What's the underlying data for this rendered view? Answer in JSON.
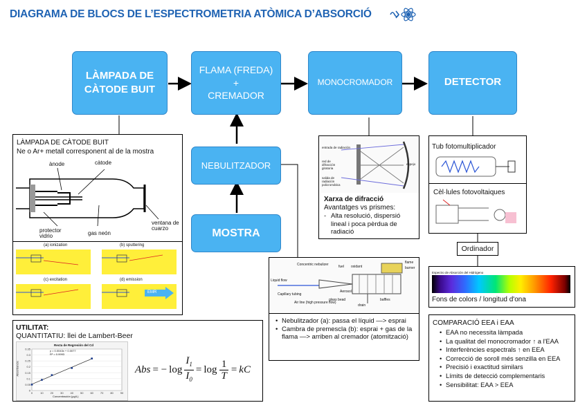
{
  "title": "DIAGRAMA DE BLOCS DE L’ESPECTROMETRIA ATÒMICA D’ABSORCIÓ",
  "blocks": {
    "lampada": "LÀMPADA DE CÀTODE BUIT",
    "flama_line1": "FLAMA (FREDA)",
    "flama_line2": "+",
    "flama_line3": "CREMADOR",
    "monocromador": "MONOCROMADOR",
    "detector": "DETECTOR",
    "nebulitzador": "NEBULITZADOR",
    "mostra": "MOSTRA"
  },
  "lampada_panel": {
    "heading": "LÀMPADA DE CÀTODE BUIT",
    "subheading": "Ne o Ar+ metall corresponent al de la mostra",
    "labels": {
      "anode": "ànode",
      "catode": "càtode",
      "protector": "protector vidrio",
      "gas": "gas neón",
      "ventana": "ventana de cuarzo"
    },
    "process_labels": [
      "(a) ionization",
      "(b) sputtering",
      "(c) excitation",
      "(d) emission"
    ],
    "emission_tag": "EMR"
  },
  "monocromador_panel": {
    "heading": "Xarxa de difracció",
    "line1": "Avantatges vs prismes:",
    "bullet": "Alta resolució, dispersió lineal i poca pèrdua de radiació",
    "diagram_labels": [
      "entrada de radiación",
      "red de difracción giratoria",
      "salida de radiación policromática",
      "espejo"
    ]
  },
  "detector_panel": {
    "tub": "Tub fotomultiplicador",
    "celules": "Cèl·lules fotovoltaiques"
  },
  "ordinador": "Ordinador",
  "spectrum": {
    "title": "Espectro de Absorción del Hidrógeno",
    "caption": "Fons de colors / longitud d'ona"
  },
  "nebulizer_panel": {
    "labels": {
      "nebulizer": "Concentric nebulizer",
      "fuel": "fuel",
      "oxidant": "oxidant",
      "flame": "flame",
      "burner": "burner",
      "liquid": "Liquid flow",
      "capillary": "Capillary tubing",
      "airline": "Air line (high pressure flow)",
      "aerosol": "Aerosol",
      "glass": "glass bead",
      "drain": "drain",
      "baffles": "baffles"
    },
    "bullets": [
      "Nebulitzador (a): passa el líquid —> esprai",
      "Cambra de premescla (b): esprai + gas de la flama —> arriben al cremador (atomització)"
    ]
  },
  "utilitat": {
    "heading": "UTILITAT:",
    "subheading": "QUANTITATIU: llei de Lambert-Beer",
    "chart_title": "Recta de Regresión del Cd",
    "equation_in_chart": "y = 0.0043x + 0.0077",
    "r2": "R² = 0.9993",
    "xaxis": "Concentración (µg/L)",
    "yaxis": "Absorbancia",
    "formula_abs": "Abs",
    "formula_log": "log",
    "formula_I1": "I",
    "formula_I1_sub": "1",
    "formula_I0": "I",
    "formula_I0_sub": "0",
    "formula_one": "1",
    "formula_T": "T",
    "formula_end": "kC"
  },
  "comparacio": {
    "heading": "COMPARACIÓ EEA i EAA",
    "items": [
      "EAA no necessita làmpada",
      "La qualitat del monocromador ↑ a l'EAA",
      "Interferències espectrals ↑ en EEA",
      "Correcció de soroll més senzilla en EEA",
      "Precisió i exactitud similars",
      "Límits de detecció complementaris",
      "Sensibilitat: EAA > EEA"
    ]
  },
  "chart_data": {
    "type": "scatter",
    "title": "Recta de Regresión del Cd",
    "xlabel": "Concentración (µg/L)",
    "ylabel": "Absorbancia",
    "x": [
      0,
      10,
      20,
      40,
      60
    ],
    "y": [
      0.05,
      0.09,
      0.13,
      0.19,
      0.27
    ],
    "xlim": [
      0,
      90
    ],
    "ylim": [
      0,
      0.35
    ],
    "xticks": [
      "0",
      "10",
      "20",
      "30",
      "40",
      "50",
      "60",
      "70",
      "80",
      "90"
    ],
    "yticks": [
      "0",
      "0.05",
      "0.1",
      "0.15",
      "0.2",
      "0.25",
      "0.3",
      "0.35"
    ]
  }
}
